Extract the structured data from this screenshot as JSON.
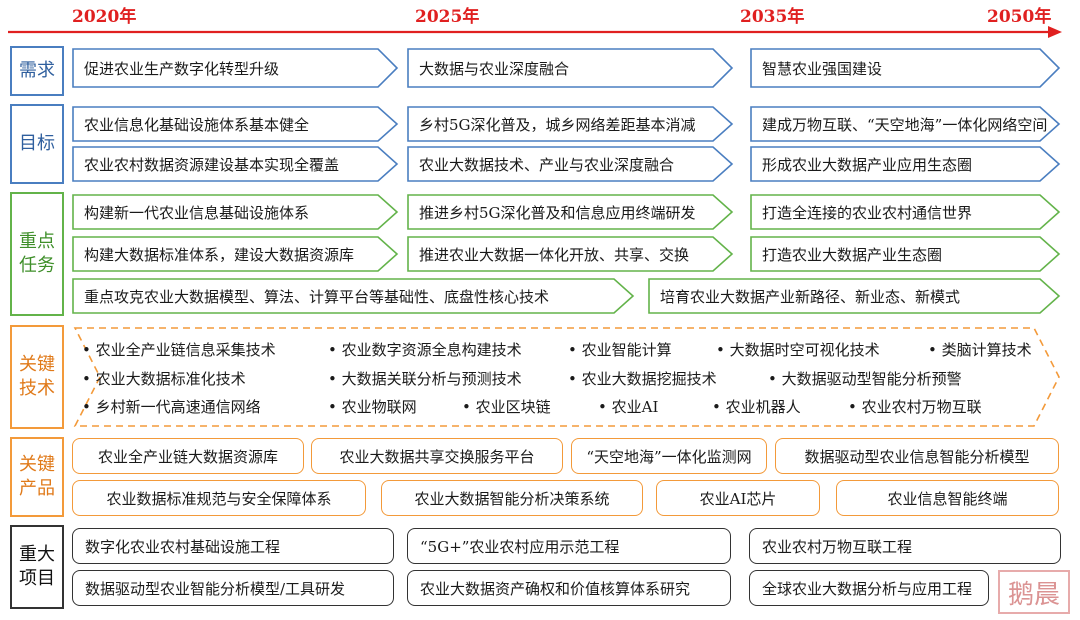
{
  "years": [
    "2020年",
    "2025年",
    "2035年",
    "2050年"
  ],
  "colors": {
    "timeline": "#e02020",
    "blue": "#4a7ec0",
    "green": "#63b34a",
    "orange": "#f39a3a",
    "black": "#333333"
  },
  "categories": {
    "demand": "需求",
    "goal": "目标",
    "task_line1": "重点",
    "task_line2": "任务",
    "tech_line1": "关键",
    "tech_line2": "技术",
    "product_line1": "关键",
    "product_line2": "产品",
    "project_line1": "重大",
    "project_line2": "项目"
  },
  "demand": [
    "促进农业生产数字化转型升级",
    "大数据与农业深度融合",
    "智慧农业强国建设"
  ],
  "goals": {
    "row1": [
      "农业信息化基础设施体系基本健全",
      "乡村5G深化普及，城乡网络差距基本消减",
      "建成万物互联、“天空地海”一体化网络空间"
    ],
    "row2": [
      "农业农村数据资源建设基本实现全覆盖",
      "农业大数据技术、产业与农业深度融合",
      "形成农业大数据产业应用生态圈"
    ]
  },
  "tasks": {
    "row1": [
      "构建新一代农业信息基础设施体系",
      "推进乡村5G深化普及和信息应用终端研发",
      "打造全连接的农业农村通信世界"
    ],
    "row2": [
      "构建大数据标准体系，建设大数据资源库",
      "推进农业大数据一体化开放、共享、交换",
      "打造农业大数据产业生态圈"
    ],
    "row3": [
      "重点攻克农业大数据模型、算法、计算平台等基础性、底盘性核心技术",
      "培育农业大数据产业新路径、新业态、新模式"
    ]
  },
  "tech": {
    "row1": [
      "• 农业全产业链信息采集技术",
      "• 农业数字资源全息构建技术",
      "• 农业智能计算",
      "• 大数据时空可视化技术",
      "• 类脑计算技术"
    ],
    "row2": [
      "• 农业大数据标准化技术",
      "• 大数据关联分析与预测技术",
      "• 农业大数据挖掘技术",
      "• 大数据驱动型智能分析预警"
    ],
    "row3": [
      "• 乡村新一代高速通信网络",
      "• 农业物联网",
      "• 农业区块链",
      "• 农业AI",
      "• 农业机器人",
      "• 农业农村万物互联"
    ]
  },
  "products": {
    "row1": [
      "农业全产业链大数据资源库",
      "农业大数据共享交换服务平台",
      "“天空地海”一体化监测网",
      "数据驱动型农业信息智能分析模型"
    ],
    "row2": [
      "农业数据标准规范与安全保障体系",
      "农业大数据智能分析决策系统",
      "农业AI芯片",
      "农业信息智能终端"
    ]
  },
  "projects": {
    "row1": [
      "数字化农业农村基础设施工程",
      "“5G+”农业农村应用示范工程",
      "农业农村万物互联工程"
    ],
    "row2": [
      "数据驱动型农业智能分析模型/工具研发",
      "农业大数据资产确权和价值核算体系研究",
      "全球农业大数据分析与应用工程"
    ]
  },
  "watermark": "鹅晨"
}
